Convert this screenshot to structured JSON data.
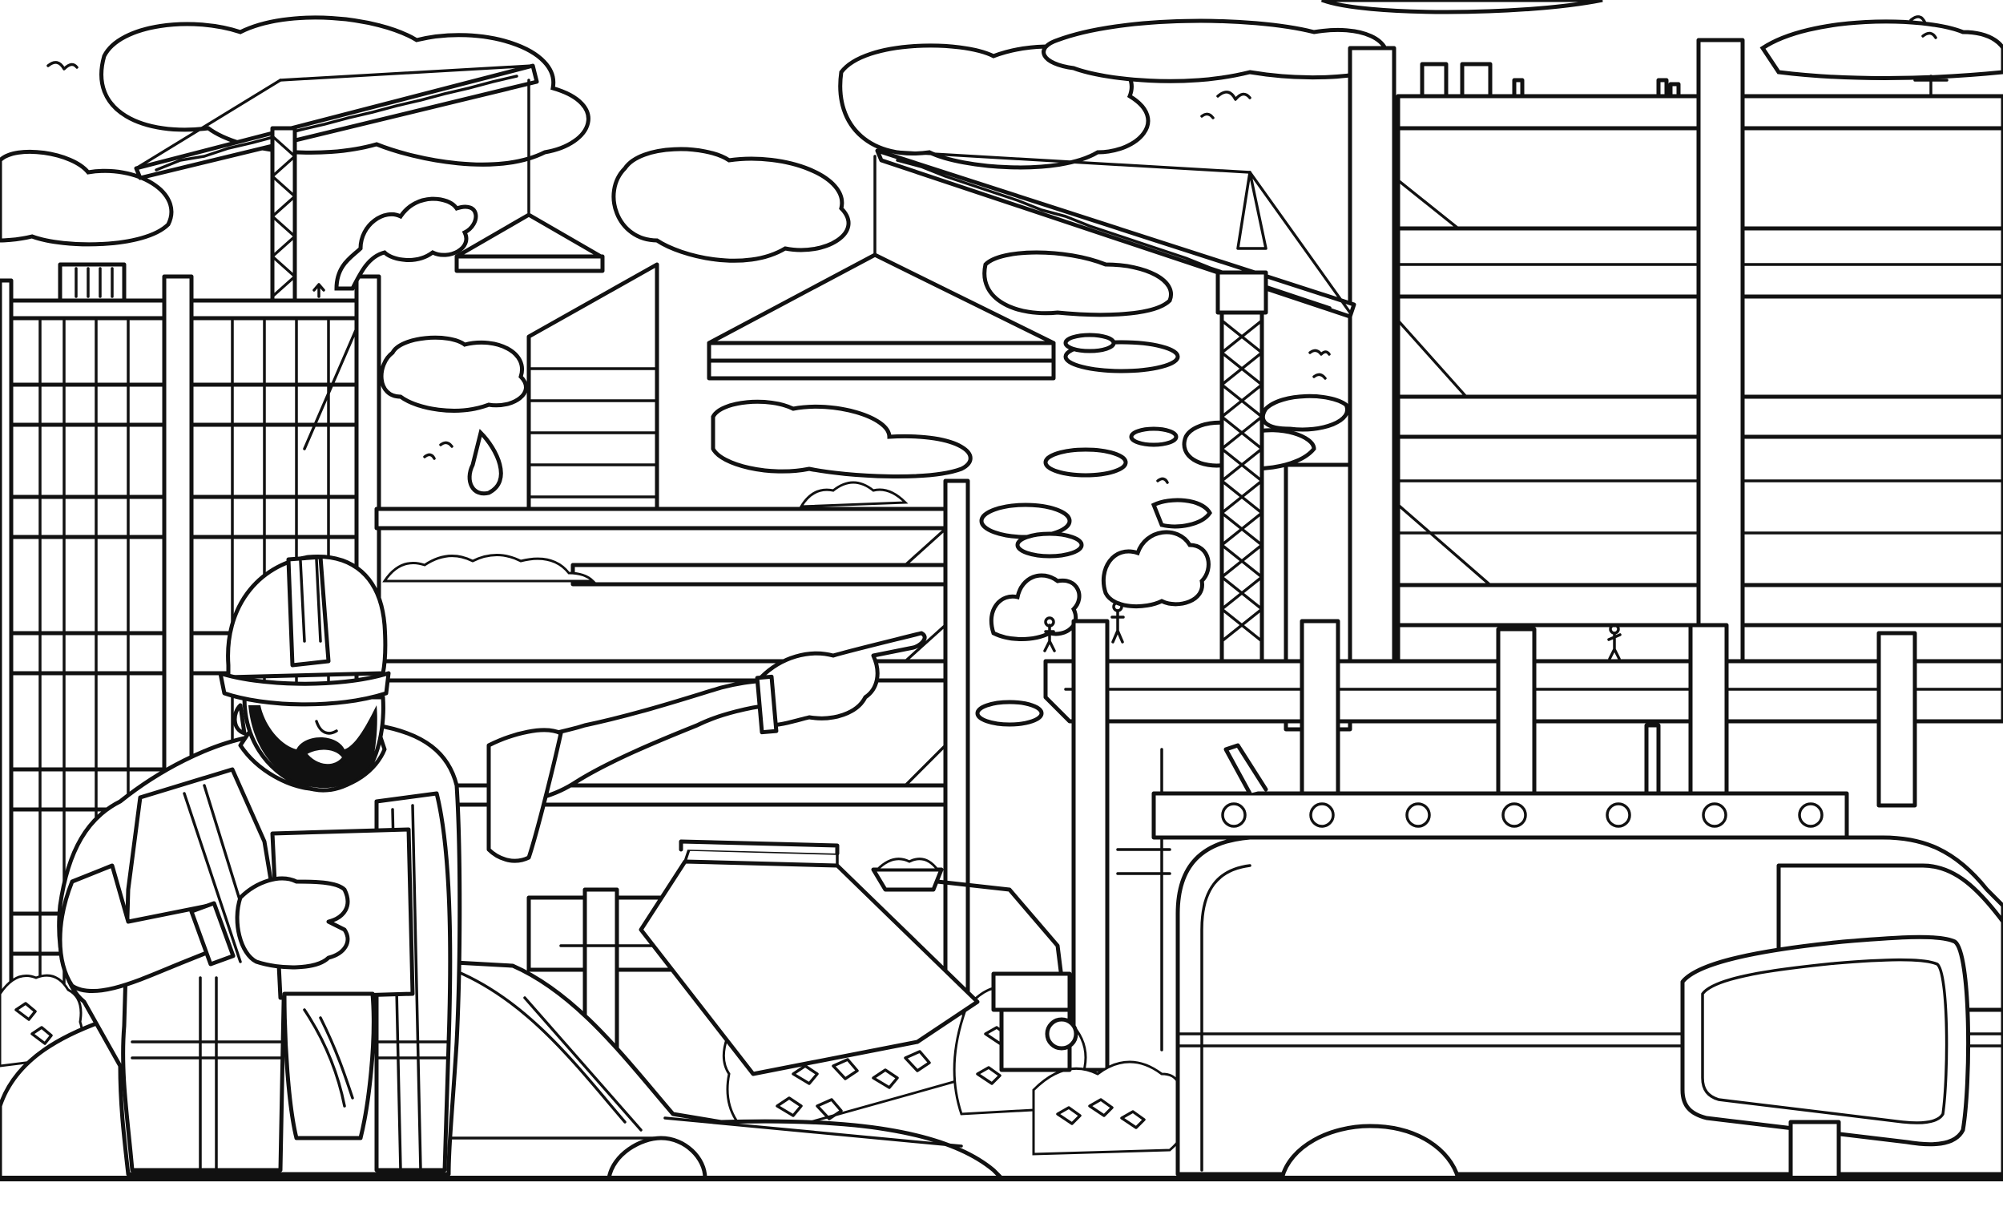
{
  "colors": {
    "line": "#111111",
    "paper": "#ffffff"
  },
  "scene": {
    "style": "line-art coloring page",
    "elements": [
      "construction-worker",
      "hard-hat",
      "safety-vest",
      "clipboard",
      "tower-crane",
      "building-frame",
      "dump-truck",
      "van",
      "sedan-car",
      "rubble-pile",
      "clouds",
      "birds",
      "smoke-puffs"
    ]
  }
}
